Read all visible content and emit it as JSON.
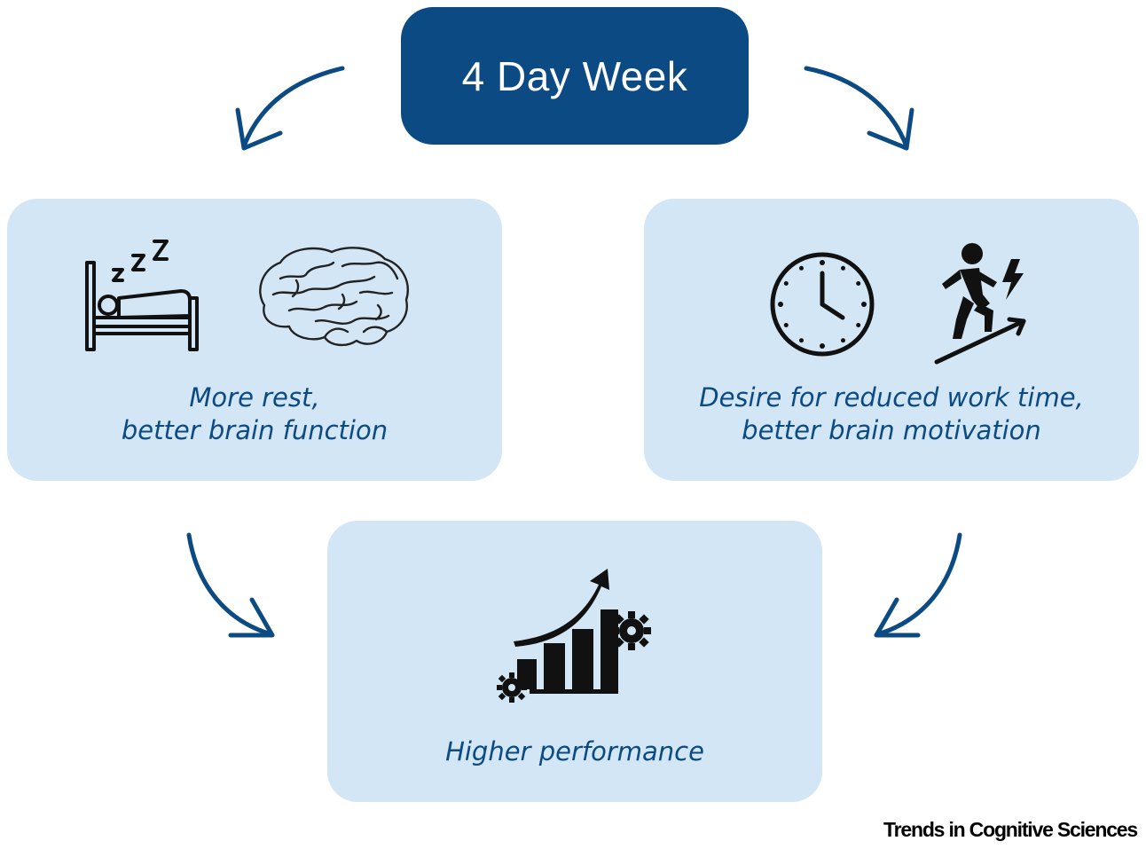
{
  "title": "4 Day Week",
  "colors": {
    "accent": "#0b4a83",
    "panel": "#d3e6f5"
  },
  "panels": {
    "left": {
      "lines": [
        "More rest,",
        "better brain function"
      ],
      "icons": [
        "bed-sleep-icon",
        "brain-icon"
      ]
    },
    "right": {
      "lines": [
        "Desire for reduced work time,",
        "better brain motivation"
      ],
      "icons": [
        "clock-icon",
        "climbing-person-icon"
      ]
    },
    "bottom": {
      "lines": [
        "Higher performance"
      ],
      "icons": [
        "growth-chart-gears-icon"
      ]
    }
  },
  "credit": "Trends in Cognitive Sciences"
}
